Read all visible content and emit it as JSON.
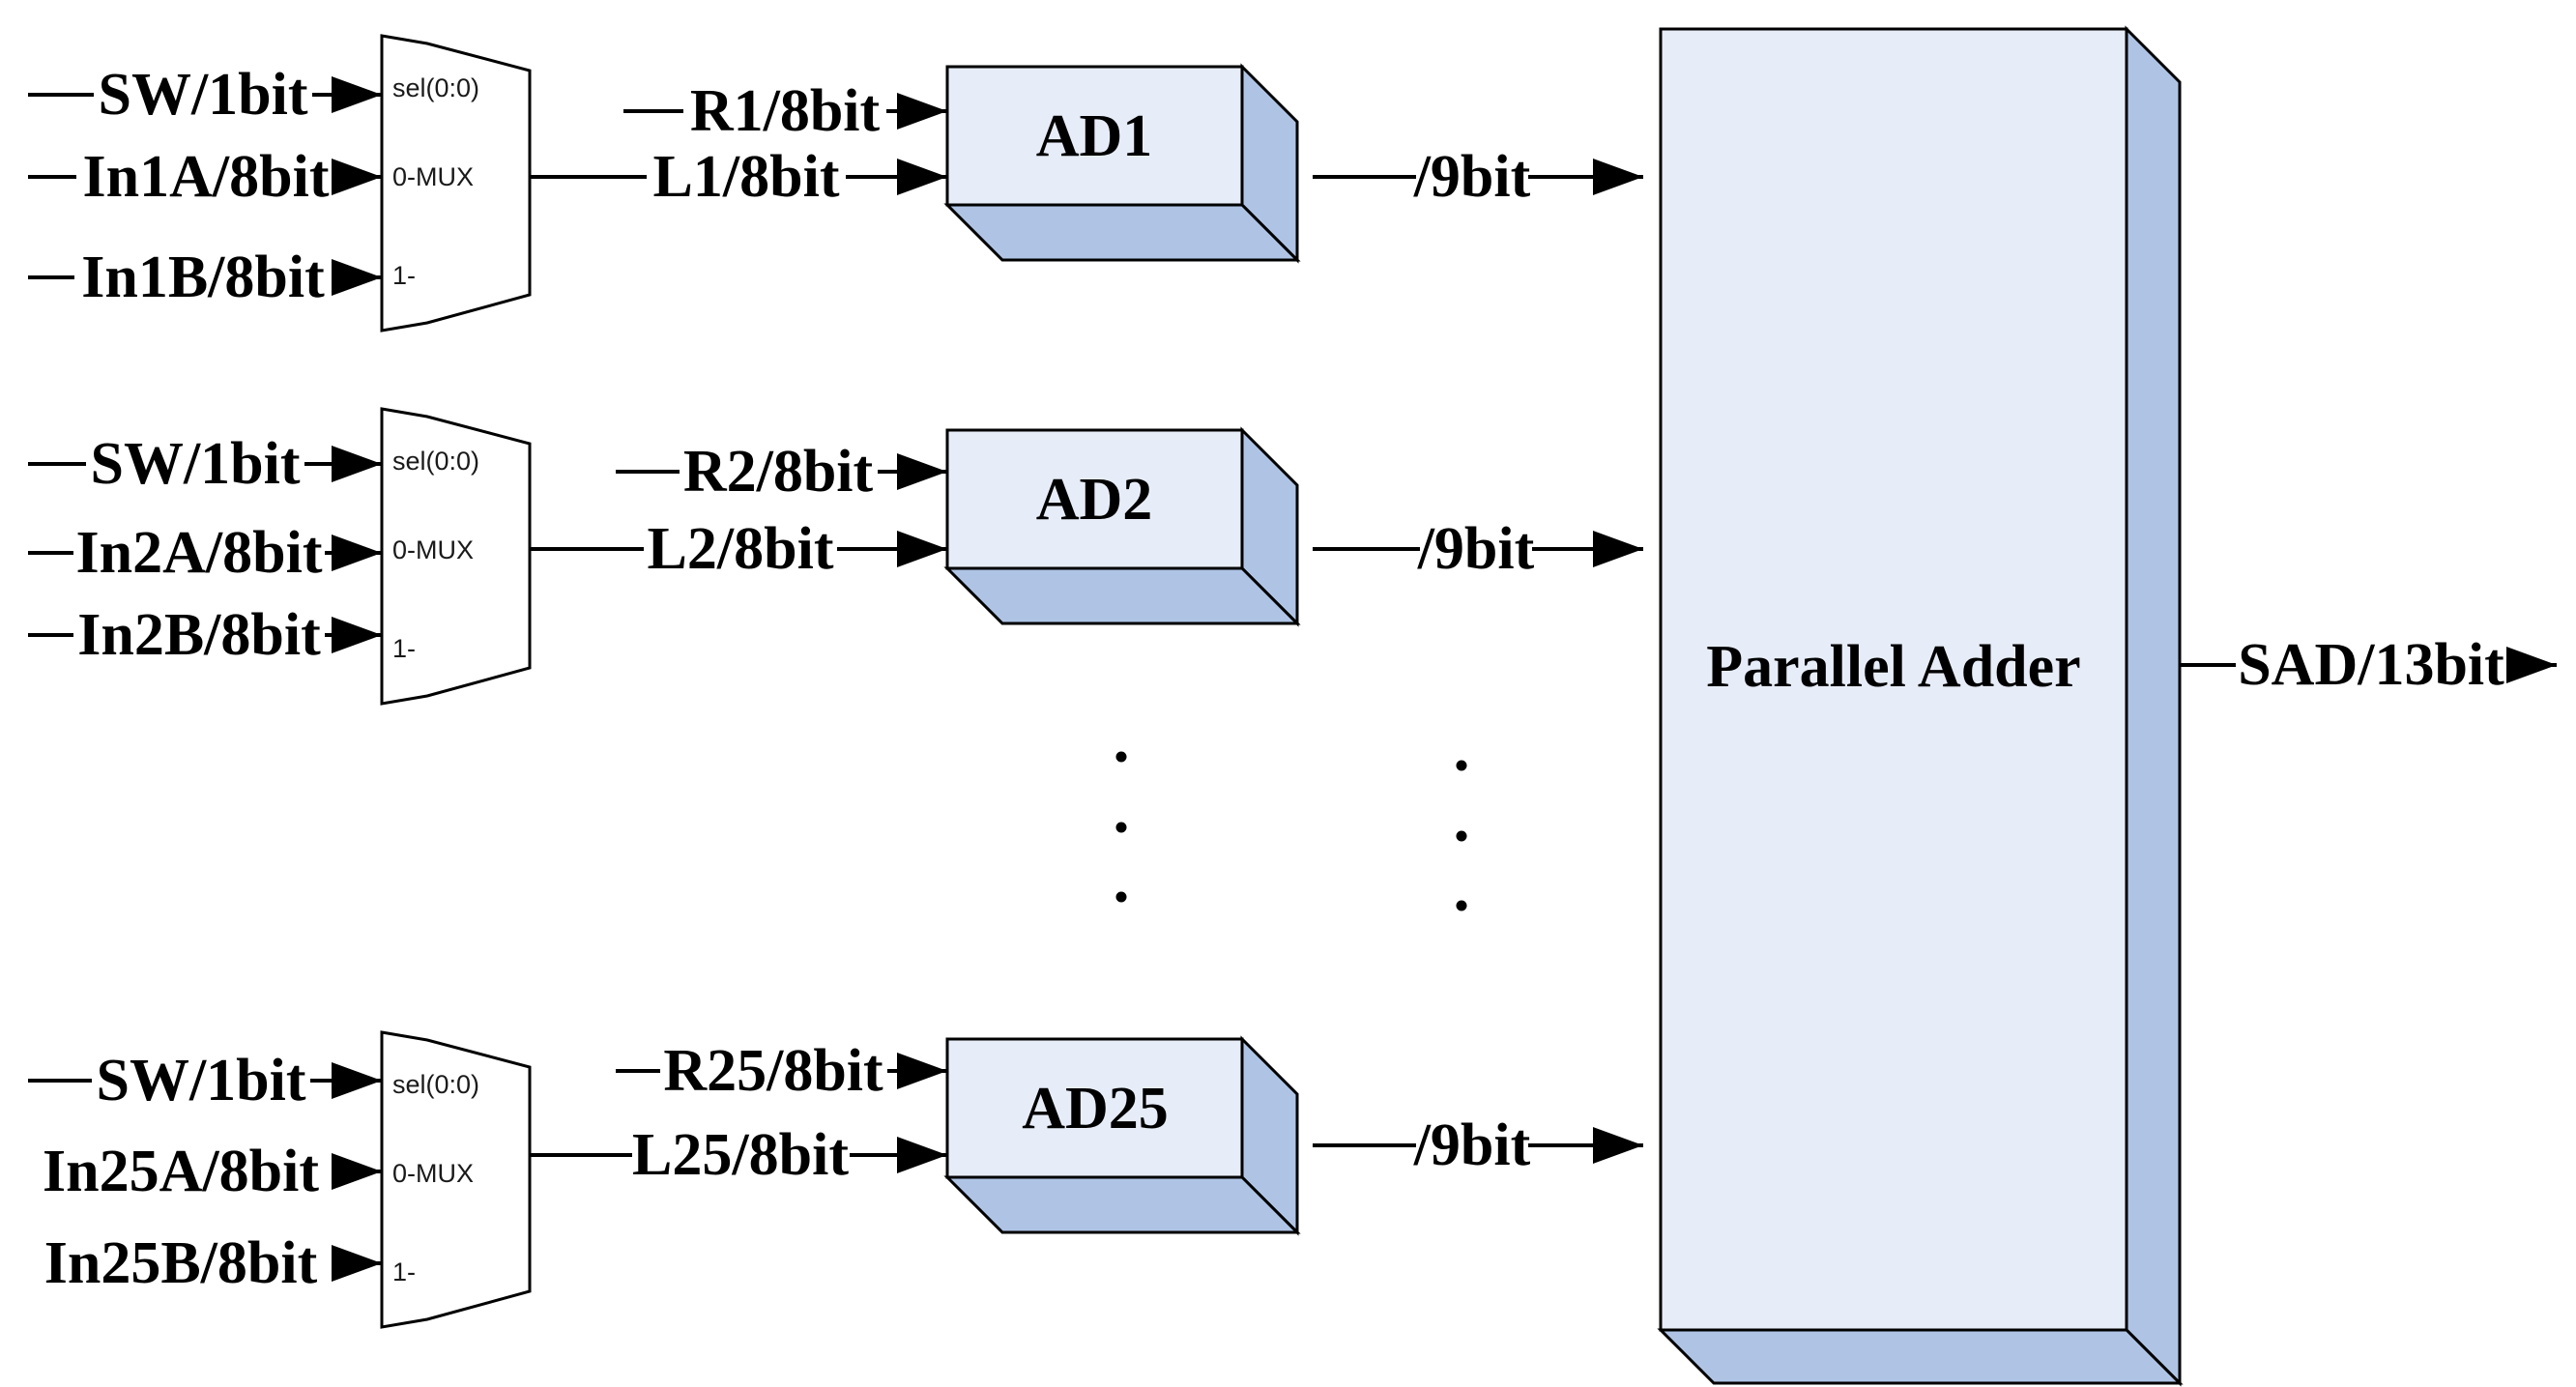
{
  "colors": {
    "box_front": "#e7edf8",
    "box_side": "#afc4e5",
    "mux_fill": "#ffffff",
    "line": "#000000",
    "background": "#ffffff"
  },
  "rows": [
    {
      "sel_input": "SW/1bit",
      "input_a": "In1A/8bit",
      "input_b": "In1B/8bit",
      "mux_sel_port": "sel(0:0)",
      "mux_body": "0-MUX",
      "mux_port1": "1-",
      "r_input": "R1/8bit",
      "l_input": "L1/8bit",
      "ad_name": "AD1",
      "ad_output": "/9bit"
    },
    {
      "sel_input": "SW/1bit",
      "input_a": "In2A/8bit",
      "input_b": "In2B/8bit",
      "mux_sel_port": "sel(0:0)",
      "mux_body": "0-MUX",
      "mux_port1": "1-",
      "r_input": "R2/8bit",
      "l_input": "L2/8bit",
      "ad_name": "AD2",
      "ad_output": "/9bit"
    },
    {
      "sel_input": "SW/1bit",
      "input_a": "In25A/8bit",
      "input_b": "In25B/8bit",
      "mux_sel_port": "sel(0:0)",
      "mux_body": "0-MUX",
      "mux_port1": "1-",
      "r_input": "R25/8bit",
      "l_input": "L25/8bit",
      "ad_name": "AD25",
      "ad_output": "/9bit"
    }
  ],
  "adder": {
    "name": "Parallel Adder",
    "output": "SAD/13bit"
  }
}
